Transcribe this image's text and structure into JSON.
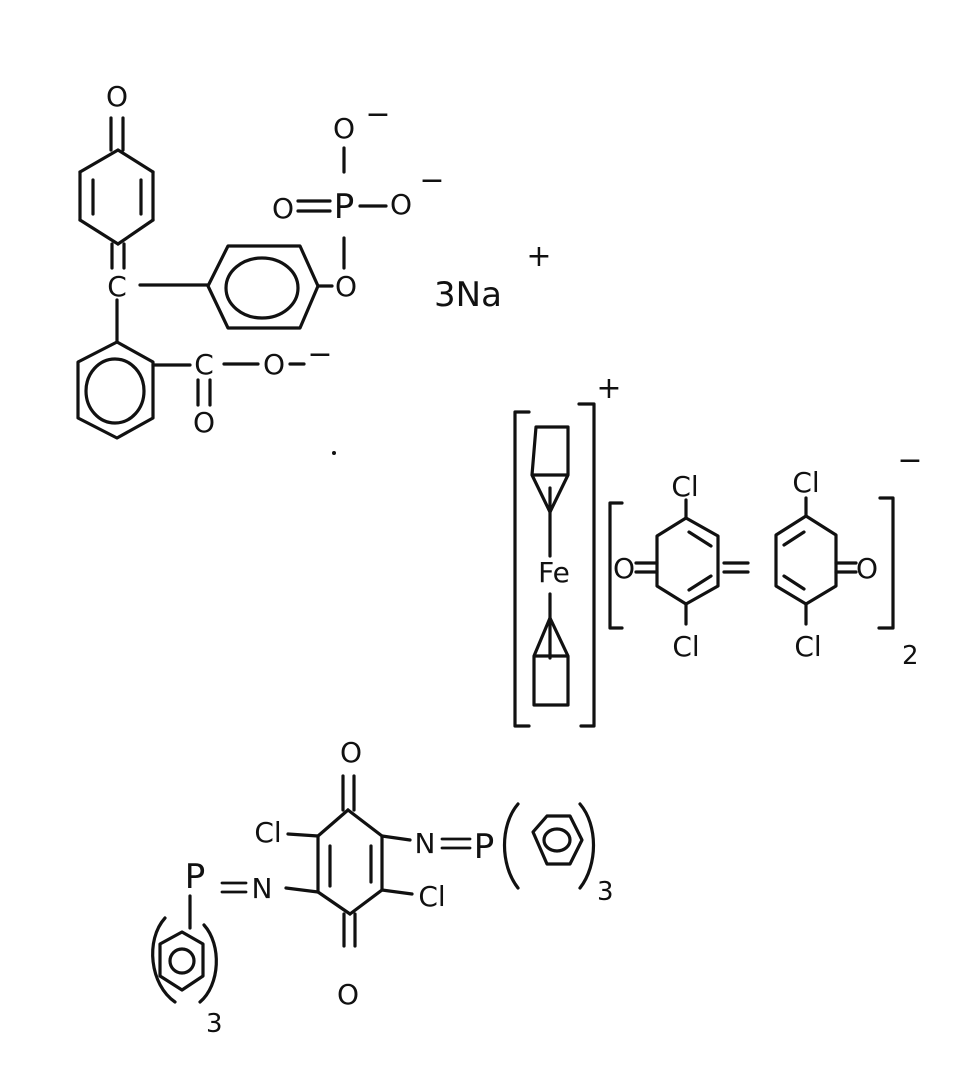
{
  "labels": {
    "oxygen": "O",
    "carbon": "C",
    "phosphorus": "P",
    "nitrogen": "N",
    "chlorine": "Cl",
    "iron": "Fe",
    "minus": "−",
    "plus": "+",
    "sodium": "3Na",
    "subscript_2": "2",
    "subscript_3": "3"
  },
  "colors": {
    "ink": "#111111",
    "paper": "#ffffff"
  }
}
